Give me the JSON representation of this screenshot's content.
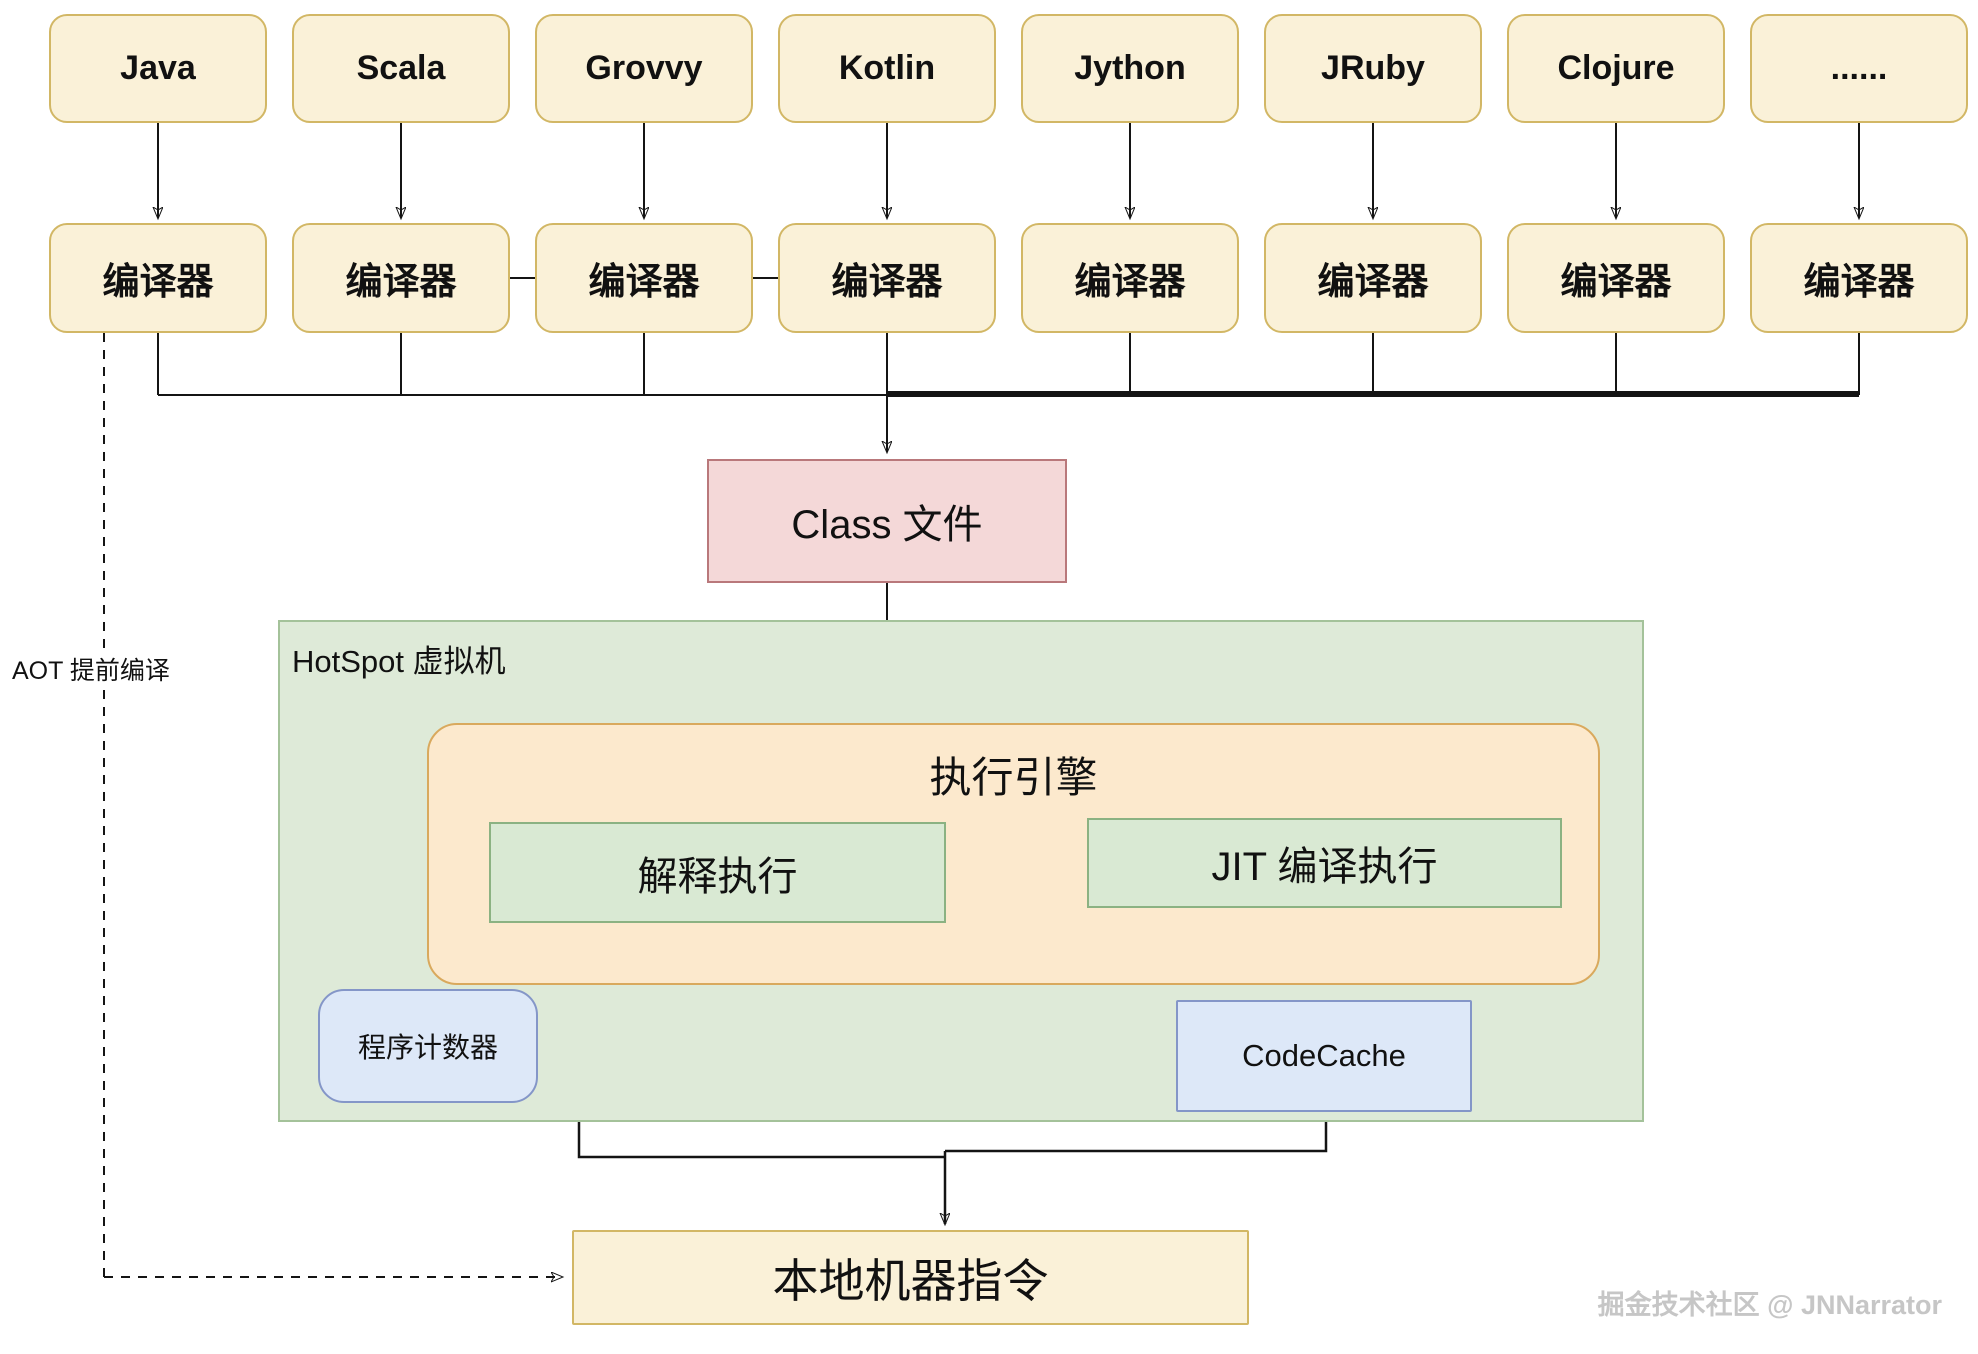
{
  "diagram": {
    "title_hint": "JVM language compilation and execution flow",
    "languages": [
      "Java",
      "Scala",
      "Grovvy",
      "Kotlin",
      "Jython",
      "JRuby",
      "Clojure",
      "......"
    ],
    "compiler_label": "编译器",
    "class_file_label": "Class 文件",
    "hotspot_label": "HotSpot 虚拟机",
    "execution_engine_label": "执行引擎",
    "interpreter_label": "解释执行",
    "jit_label": "JIT 编译执行",
    "pc_register_label": "程序计数器",
    "code_cache_label": "CodeCache",
    "native_instructions_label": "本地机器指令",
    "aot_label": "AOT 提前编译",
    "watermark": "掘金技术社区 @ JNNarrator",
    "colors": {
      "language_box_fill": "#FAF1D8",
      "language_box_border": "#D2B765",
      "class_file_fill": "#F4D8D8",
      "class_file_border": "#B9787B",
      "hotspot_fill": "#DEEAD8",
      "hotspot_border": "#A4C29A",
      "execution_engine_fill": "#FCE9CD",
      "execution_engine_border": "#D9A95D",
      "inner_green_fill": "#D9E9D3",
      "inner_green_border": "#8BB282",
      "blue_fill": "#DDE8F8",
      "blue_border": "#8496C8",
      "line": "#141414",
      "watermark_text": "#C6C6C6"
    }
  }
}
